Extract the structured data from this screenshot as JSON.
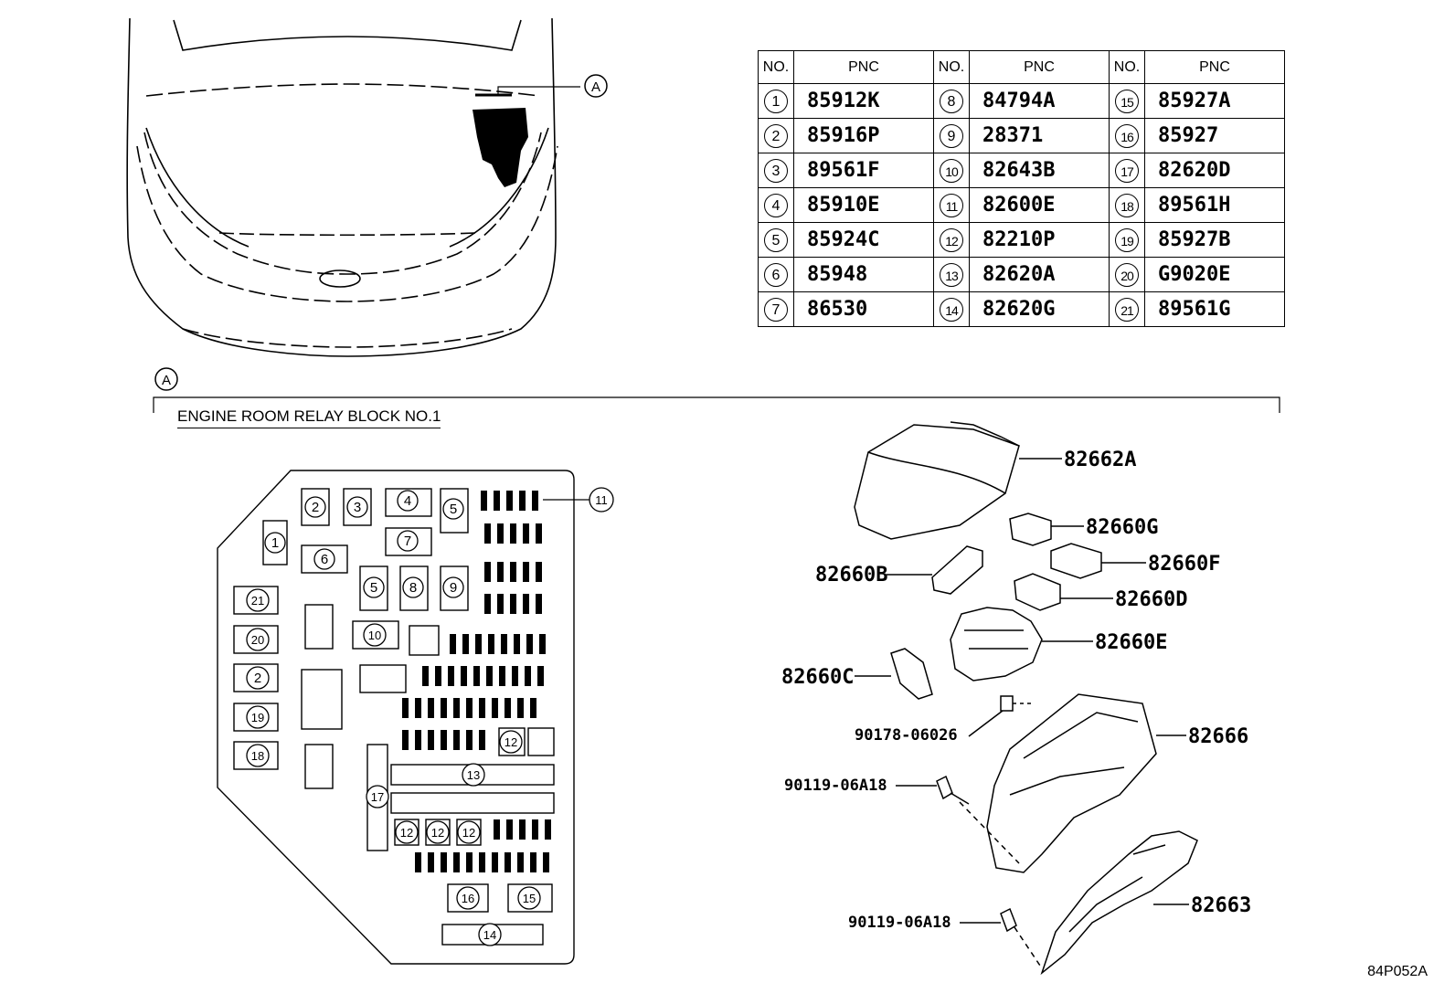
{
  "callout_a": "A",
  "section_label": "A",
  "block_title": "ENGINE ROOM RELAY BLOCK NO.1",
  "diagram_code": "84P052A",
  "table": {
    "headers": [
      "NO.",
      "PNC",
      "NO.",
      "PNC",
      "NO.",
      "PNC"
    ],
    "rows": [
      [
        {
          "no": "1",
          "pnc": "85912K"
        },
        {
          "no": "8",
          "pnc": "84794A"
        },
        {
          "no": "15",
          "pnc": "85927A"
        }
      ],
      [
        {
          "no": "2",
          "pnc": "85916P"
        },
        {
          "no": "9",
          "pnc": "28371"
        },
        {
          "no": "16",
          "pnc": "85927"
        }
      ],
      [
        {
          "no": "3",
          "pnc": "89561F"
        },
        {
          "no": "10",
          "pnc": "82643B"
        },
        {
          "no": "17",
          "pnc": "82620D"
        }
      ],
      [
        {
          "no": "4",
          "pnc": "85910E"
        },
        {
          "no": "11",
          "pnc": "82600E"
        },
        {
          "no": "18",
          "pnc": "89561H"
        }
      ],
      [
        {
          "no": "5",
          "pnc": "85924C"
        },
        {
          "no": "12",
          "pnc": "82210P"
        },
        {
          "no": "19",
          "pnc": "85927B"
        }
      ],
      [
        {
          "no": "6",
          "pnc": "85948"
        },
        {
          "no": "13",
          "pnc": "82620A"
        },
        {
          "no": "20",
          "pnc": "G9020E"
        }
      ],
      [
        {
          "no": "7",
          "pnc": "86530"
        },
        {
          "no": "14",
          "pnc": "82620G"
        },
        {
          "no": "21",
          "pnc": "89561G"
        }
      ]
    ]
  },
  "parts": {
    "p82662A": "82662A",
    "p82660G": "82660G",
    "p82660F": "82660F",
    "p82660B": "82660B",
    "p82660D": "82660D",
    "p82660E": "82660E",
    "p82660C": "82660C",
    "p90178": "90178-06026",
    "p82666": "82666",
    "p90119a": "90119-06A18",
    "p90119b": "90119-06A18",
    "p82663": "82663"
  },
  "relay_callouts": {
    "n1": "1",
    "n2a": "2",
    "n3": "3",
    "n4": "4",
    "n5a": "5",
    "n11": "11",
    "n6": "6",
    "n7": "7",
    "n5b": "5",
    "n8": "8",
    "n9": "9",
    "n21": "21",
    "n20": "20",
    "n10": "10",
    "n2b": "2",
    "n19": "19",
    "n18": "18",
    "n12a": "12",
    "n13": "13",
    "n17": "17",
    "n12b": "12",
    "n12c": "12",
    "n12d": "12",
    "n16": "16",
    "n15": "15",
    "n14": "14"
  }
}
